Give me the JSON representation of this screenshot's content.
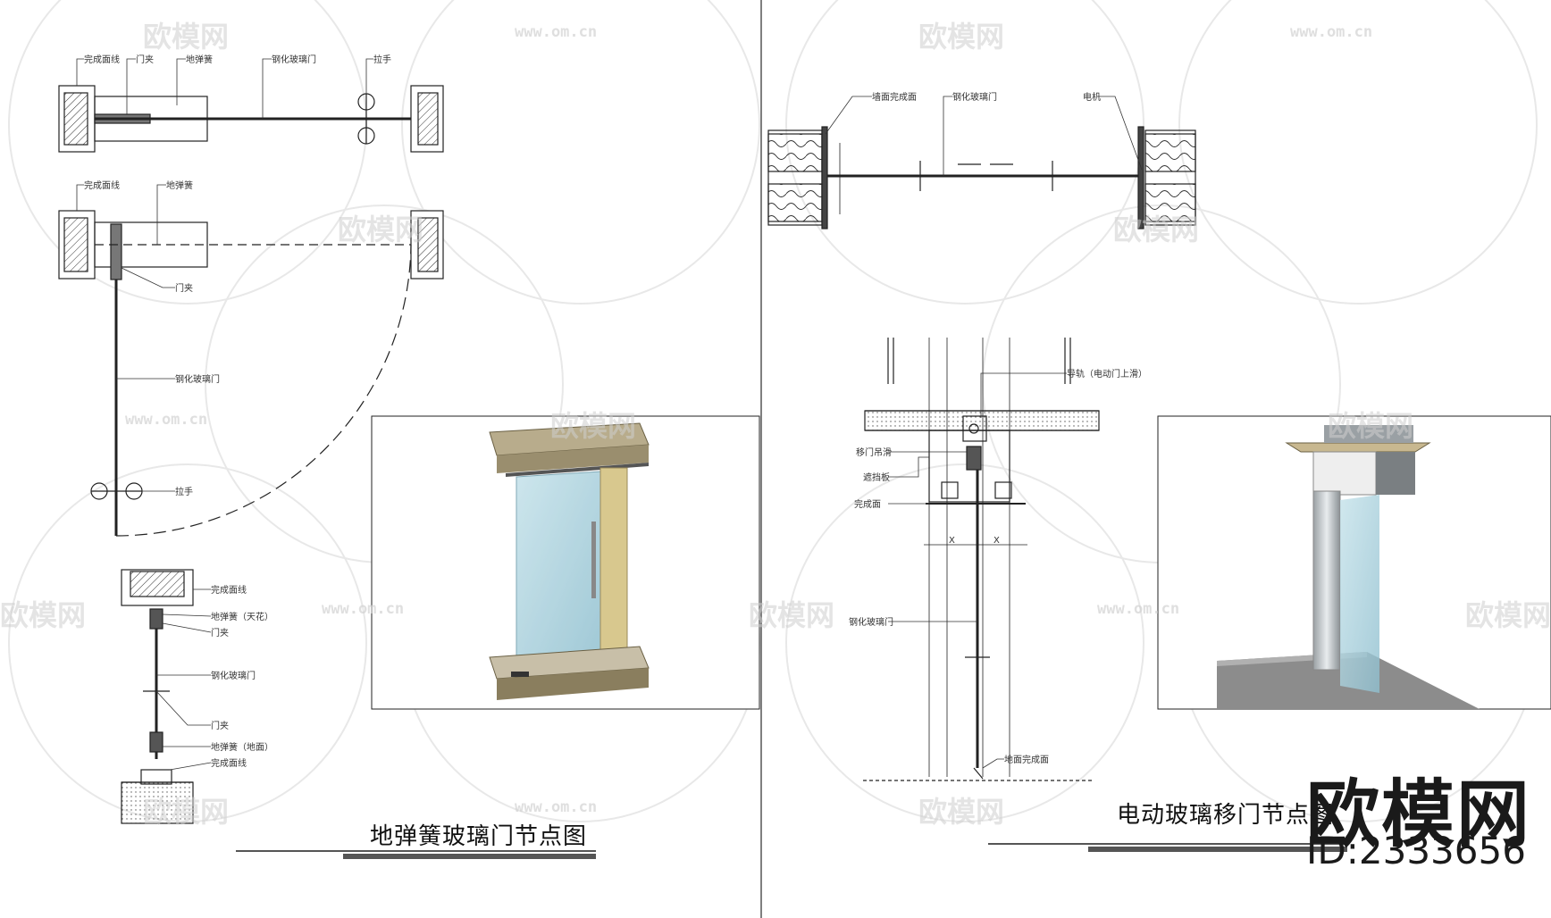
{
  "titles": {
    "left": "地弹簧玻璃门节点图",
    "right": "电动玻璃移门节点图"
  },
  "brand": {
    "name": "欧模网",
    "id": "ID:2333656"
  },
  "watermark": {
    "text": "欧模网",
    "url": "www.om.cn"
  },
  "labels": {
    "finish_wall": "完成面线",
    "hinge": "门夹",
    "floor_spring": "地弹簧",
    "tempered_glass_door": "钢化玻璃门",
    "handle": "拉手",
    "floor_spring_top": "地弹簧（天花）",
    "clamp": "门夹",
    "floor_spring_bottom": "地弹簧（地面）",
    "wall_finish": "墙面完成面",
    "motor": "电机",
    "track_label": "导轨（电动门上滑）",
    "sliding_gear": "移门吊滑",
    "blind_channel": "遮挡板",
    "ceiling_finish": "完成面",
    "floor_finish": "地面完成面",
    "dim_x": "X"
  },
  "colors": {
    "line": "#222222",
    "glass": "#a9cfdc",
    "stone": "#c8bfa8",
    "wood": "#d8c88e",
    "floor_grey": "#8c8c8c"
  }
}
